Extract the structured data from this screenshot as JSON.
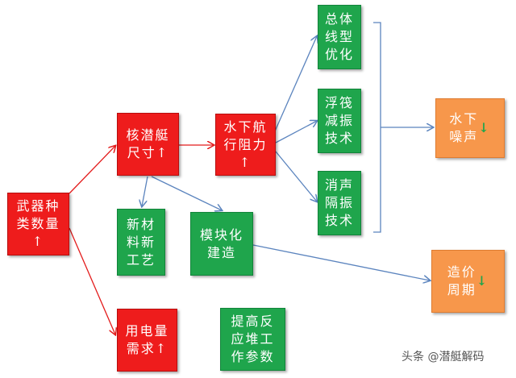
{
  "nodes": {
    "weapon_count": "武器种\n类数量\n↑",
    "sub_size": "核潜艇\n尺寸↑",
    "sub_resist": "水下航\n行阻力\n↑",
    "new_material": "新材\n料新\n工艺",
    "modular": "模块化\n建造",
    "power_demand": "用电量\n需求↑",
    "reactor": "提高反\n应堆工\n作参数",
    "hull_opt": "总体\n线型\n优化",
    "raft_damp": "浮筏\n减振\n技术",
    "silence_iso": "消声\n隔振\n技术",
    "noise_text": "水下\n噪声",
    "noise_arrow": "↓",
    "cost_text": "造价\n周期",
    "cost_arrow": "↓"
  },
  "watermark": "头条 @潜艇解码",
  "colors": {
    "red": "#ee1c1c",
    "green": "#1fa54c",
    "orange": "#f7974b",
    "red_arrow": "#e31b1b",
    "blue_arrow": "#5b84be"
  }
}
